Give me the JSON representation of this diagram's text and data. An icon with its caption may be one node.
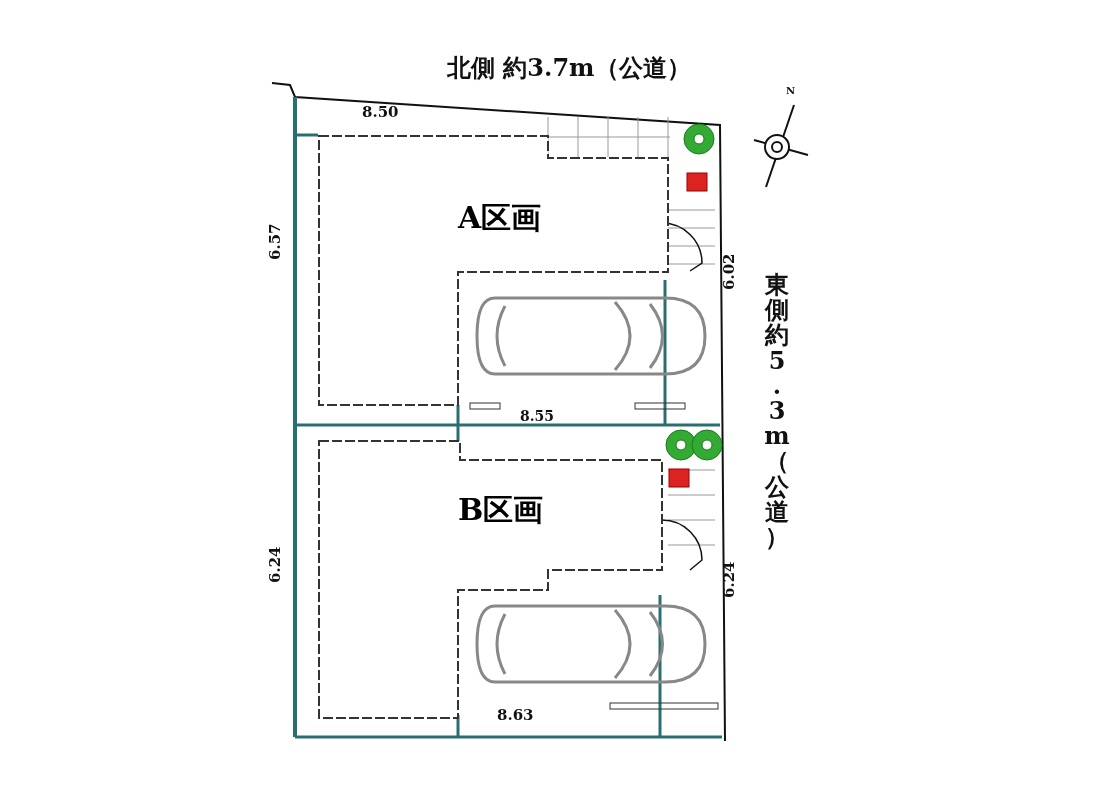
{
  "diagram": {
    "nodes": [
      {
        "text": [
          "A区画"
        ]
      },
      {
        "text": [
          "B区画"
        ]
      }
    ],
    "edges": [],
    "labels": [
      "北側 約3.7m（公道）",
      "N",
      "8.50",
      "6.57",
      "6.02",
      "東側約5.3m（公道）",
      "8.55",
      "6.24",
      "6.24",
      "8.63"
    ]
  }
}
